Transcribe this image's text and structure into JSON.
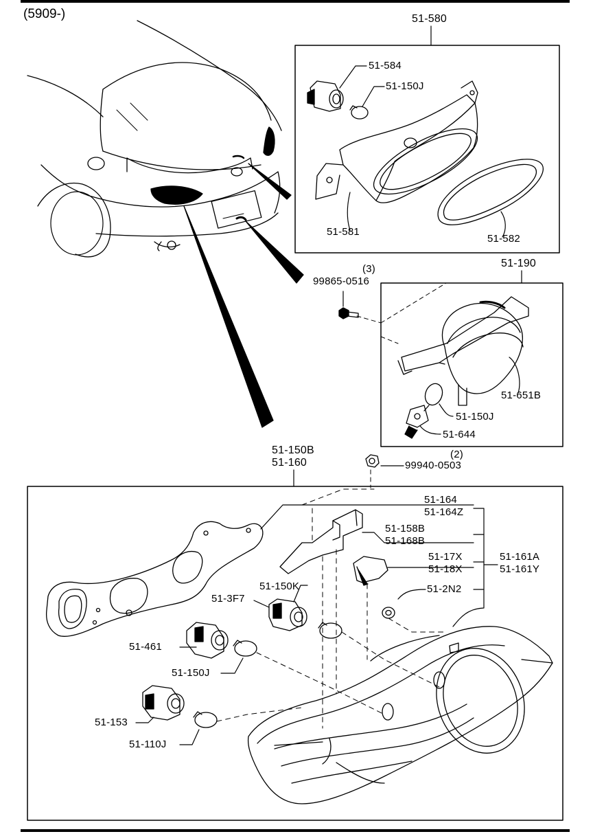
{
  "header": {
    "serial_range": "(5909-)"
  },
  "labels": {
    "p51_580": "51-580",
    "p51_584": "51-584",
    "p51_150J_a": "51-150J",
    "p51_581": "51-581",
    "p51_582": "51-582",
    "qty_3": "(3)",
    "p99865_0516": "99865-0516",
    "p51_190": "51-190",
    "p51_651B": "51-651B",
    "p51_150J_b": "51-150J",
    "p51_644": "51-644",
    "p51_150B": "51-150B",
    "p51_160": "51-160",
    "qty_2": "(2)",
    "p99940_0503": "99940-0503",
    "p51_164": "51-164",
    "p51_164Z": "51-164Z",
    "p51_158B": "51-158B",
    "p51_168B": "51-168B",
    "p51_17X": "51-17X",
    "p51_18X": "51-18X",
    "p51_161A": "51-161A",
    "p51_161Y": "51-161Y",
    "p51_2N2": "51-2N2",
    "p51_150K": "51-150K",
    "p51_3F7": "51-3F7",
    "p51_461": "51-461",
    "p51_150J_c": "51-150J",
    "p51_153": "51-153",
    "p51_110J": "51-110J"
  }
}
